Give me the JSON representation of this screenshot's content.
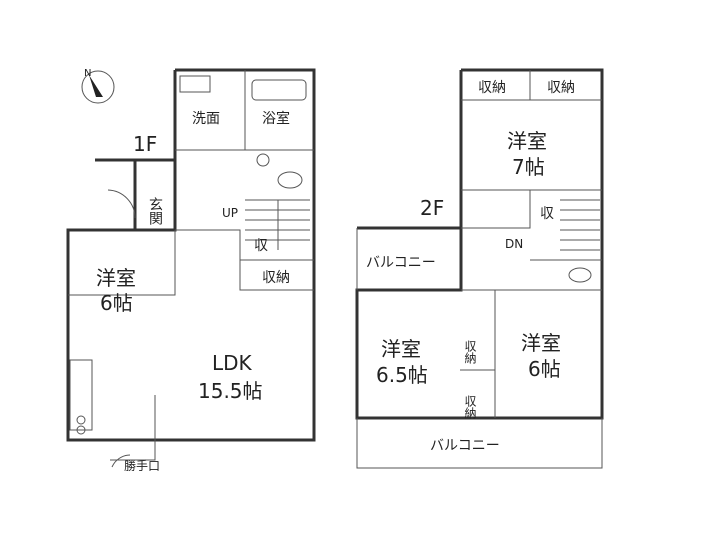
{
  "floor1": {
    "label": "1F",
    "rooms": {
      "washroom": "洗面",
      "bath": "浴室",
      "entrance": "玄関",
      "youshitsu_name": "洋室",
      "youshitsu_size": "6帖",
      "ldk_name": "LDK",
      "ldk_size": "15.5帖",
      "closet_small": "収",
      "closet": "収納",
      "up": "UP",
      "back_door": "勝手口"
    }
  },
  "floor2": {
    "label": "2F",
    "rooms": {
      "closet_left": "収納",
      "closet_right": "収納",
      "room7_name": "洋室",
      "room7_size": "7帖",
      "closet_small": "収",
      "balcony_top": "バルコニー",
      "dn": "DN",
      "room65_name": "洋室",
      "room65_size": "6.5帖",
      "closet_mid1": "収納",
      "closet_mid2": "収納",
      "room6_name": "洋室",
      "room6_size": "6帖",
      "balcony_bottom": "バルコニー"
    }
  },
  "compass": {
    "mark": "N",
    "icon": "north-arrow-icon"
  }
}
